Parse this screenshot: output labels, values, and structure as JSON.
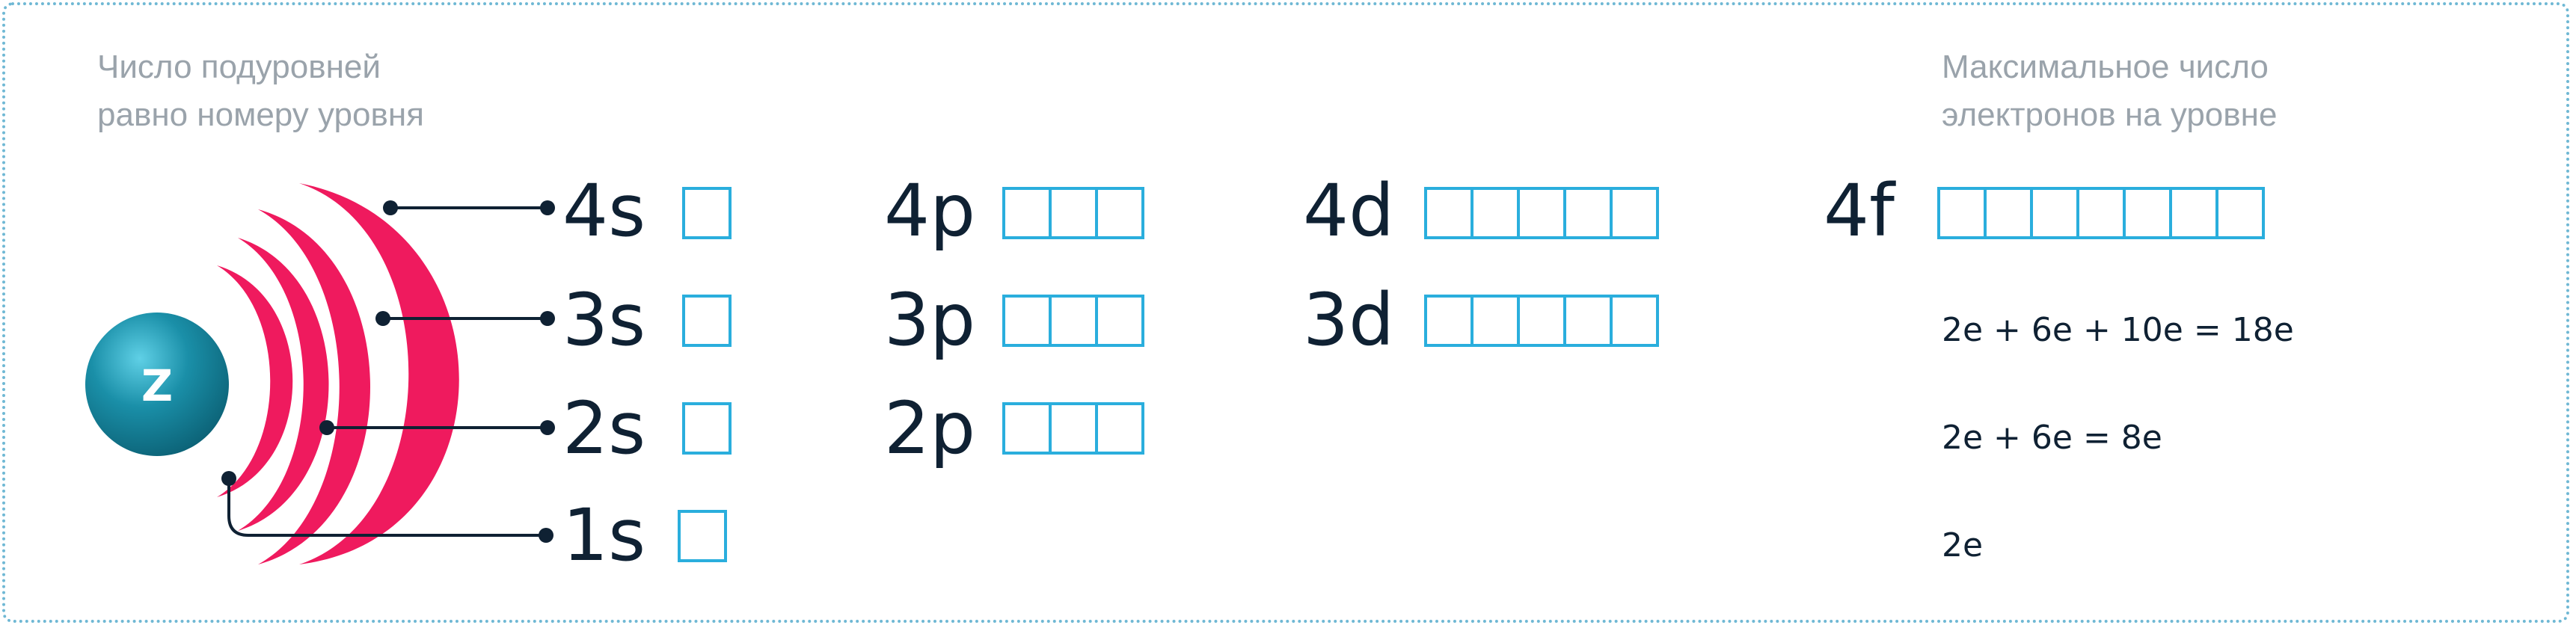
{
  "notes": {
    "left": "Число подуровней\nравно номеру уровня",
    "right": "Максимальное число\nэлектронов на уровне"
  },
  "nucleus": {
    "label": "Z",
    "color": "#1a8fa8"
  },
  "colors": {
    "shell": "#ef1a5e",
    "orbital_border": "#2aaedd",
    "text": "#0f2133",
    "note_text": "#9aa3ab",
    "frame": "#6fb8d4"
  },
  "sublevels": [
    {
      "label": "4s",
      "orbitals": 1
    },
    {
      "label": "3s",
      "orbitals": 1
    },
    {
      "label": "2s",
      "orbitals": 1
    },
    {
      "label": "1s",
      "orbitals": 1
    },
    {
      "label": "4p",
      "orbitals": 3
    },
    {
      "label": "3p",
      "orbitals": 3
    },
    {
      "label": "2p",
      "orbitals": 3
    },
    {
      "label": "4d",
      "orbitals": 5
    },
    {
      "label": "3d",
      "orbitals": 5
    },
    {
      "label": "4f",
      "orbitals": 7
    }
  ],
  "capacities": [
    "2e + 6e + 10e = 18e",
    "2e + 6e = 8e",
    "2e"
  ]
}
